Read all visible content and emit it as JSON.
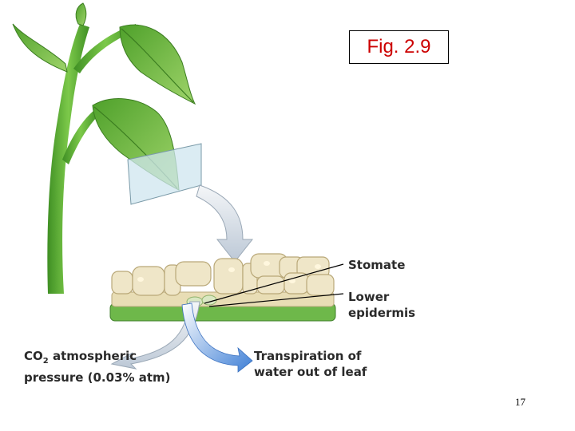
{
  "figure_label": "Fig. 2.9",
  "labels": {
    "stomate": "Stomate",
    "lower_epidermis_line1": "Lower",
    "lower_epidermis_line2": "epidermis",
    "co2_line1_prefix": "CO",
    "co2_subscript": "2",
    "co2_line1_suffix": " atmospheric",
    "co2_line2": "pressure (0.03% atm)",
    "transpiration_line1": "Transpiration of",
    "transpiration_line2": "water out of leaf"
  },
  "page_number": "17",
  "colors": {
    "figure_label_text": "#cc0000",
    "stem": "#5aa82e",
    "leaf": "#6fbf3a",
    "cell": "#efe6c8",
    "arrow_grey": "#c9d3de",
    "arrow_blue": "#4a86d8"
  }
}
